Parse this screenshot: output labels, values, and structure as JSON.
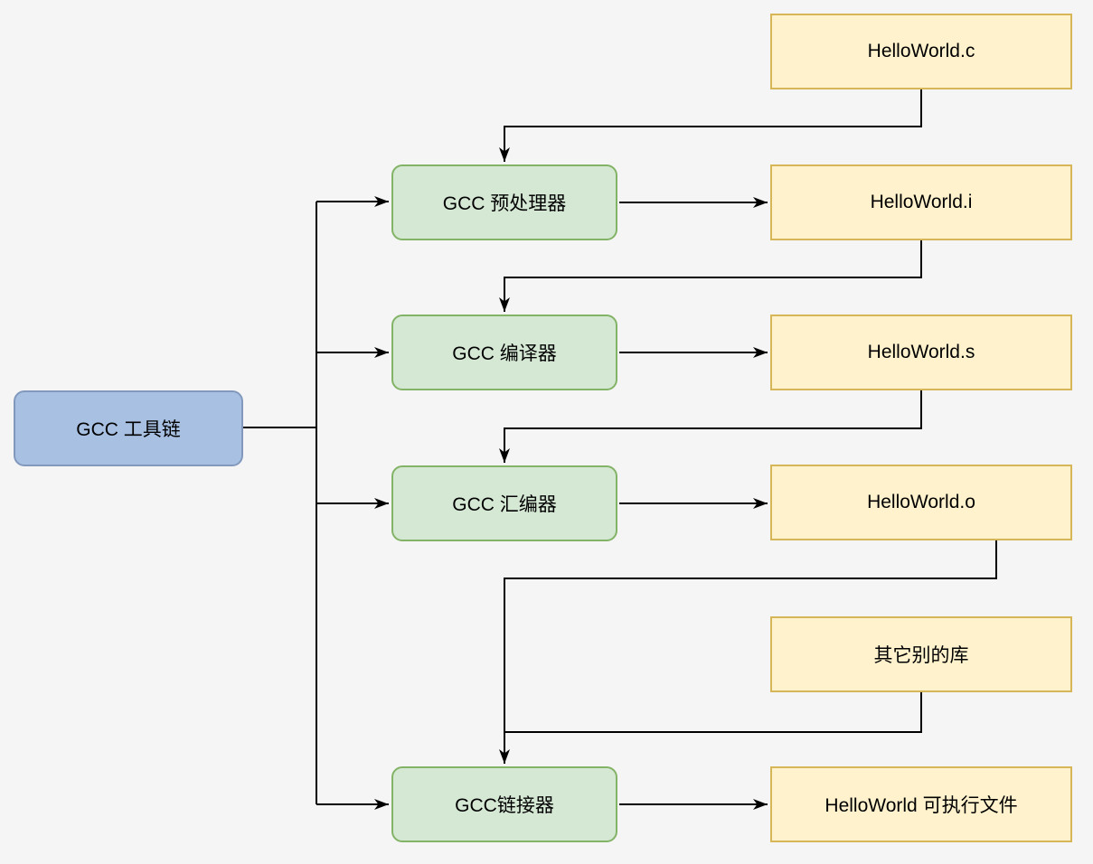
{
  "diagram": {
    "title": "GCC toolchain compilation pipeline flowchart",
    "background_color": "#f5f5f5",
    "edge_color": "#000000",
    "node_styles": {
      "tool_root": {
        "fill": "#a8c1e2",
        "stroke": "#8299bd",
        "shape": "rounded"
      },
      "process": {
        "fill": "#d5e8d4",
        "stroke": "#82b366",
        "shape": "rounded"
      },
      "file": {
        "fill": "#fff2cc",
        "stroke": "#d6b656",
        "shape": "rect"
      }
    },
    "nodes": {
      "toolchain": {
        "label": "GCC 工具链",
        "type": "tool_root"
      },
      "preprocessor": {
        "label": "GCC 预处理器",
        "type": "process"
      },
      "compiler": {
        "label": "GCC 编译器",
        "type": "process"
      },
      "assembler": {
        "label": "GCC 汇编器",
        "type": "process"
      },
      "linker": {
        "label": "GCC链接器",
        "type": "process"
      },
      "source_c": {
        "label": "HelloWorld.c",
        "type": "file"
      },
      "file_i": {
        "label": "HelloWorld.i",
        "type": "file"
      },
      "file_s": {
        "label": "HelloWorld.s",
        "type": "file"
      },
      "file_o": {
        "label": "HelloWorld.o",
        "type": "file"
      },
      "other_libs": {
        "label": "其它别的库",
        "type": "file"
      },
      "executable": {
        "label": "HelloWorld 可执行文件",
        "type": "file"
      }
    },
    "edges": [
      {
        "from": "toolchain",
        "to": "preprocessor",
        "arrow": true
      },
      {
        "from": "toolchain",
        "to": "compiler",
        "arrow": true
      },
      {
        "from": "toolchain",
        "to": "assembler",
        "arrow": true
      },
      {
        "from": "toolchain",
        "to": "linker",
        "arrow": true
      },
      {
        "from": "source_c",
        "to": "preprocessor",
        "arrow": true
      },
      {
        "from": "preprocessor",
        "to": "file_i",
        "arrow": true
      },
      {
        "from": "file_i",
        "to": "compiler",
        "arrow": true
      },
      {
        "from": "compiler",
        "to": "file_s",
        "arrow": true
      },
      {
        "from": "file_s",
        "to": "assembler",
        "arrow": true
      },
      {
        "from": "assembler",
        "to": "file_o",
        "arrow": true
      },
      {
        "from": "file_o",
        "to": "linker",
        "arrow": true
      },
      {
        "from": "other_libs",
        "to": "linker",
        "arrow": true
      },
      {
        "from": "linker",
        "to": "executable",
        "arrow": true
      }
    ]
  }
}
